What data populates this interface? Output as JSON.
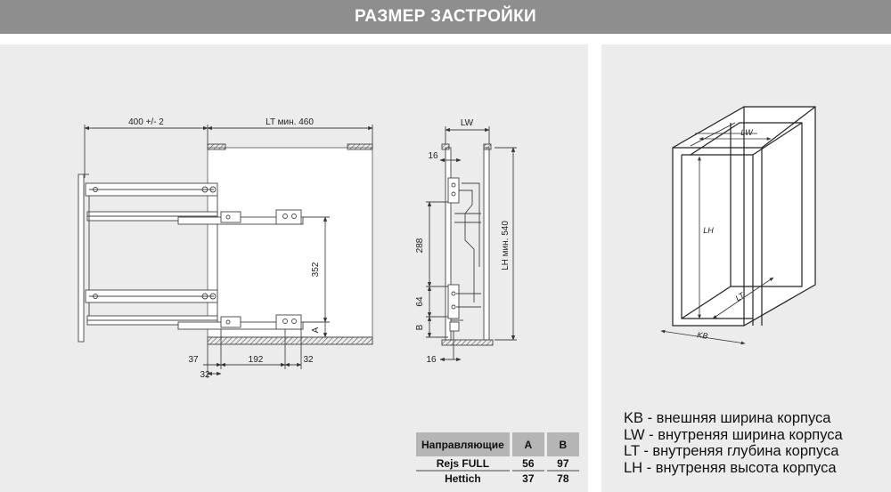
{
  "header": {
    "title": "РАЗМЕР ЗАСТРОЙКИ"
  },
  "side_view": {
    "dim_top_left": "400 +/- 2",
    "dim_top_right": "LT мин. 460",
    "dim_352": "352",
    "dim_A": "A",
    "dim_37": "37",
    "dim_192": "192",
    "dim_32a": "32",
    "dim_32b": "32"
  },
  "front_view": {
    "dim_LW": "LW",
    "dim_16_top": "16",
    "dim_288": "288",
    "dim_64": "64",
    "dim_B": "B",
    "dim_LH": "LH мин. 540",
    "dim_16_bottom": "16"
  },
  "cabinet": {
    "label_LW": "LW",
    "label_LH": "LH",
    "label_LT": "LT",
    "label_KB": "KB"
  },
  "guides_table": {
    "headers": [
      "Направляющие",
      "A",
      "B"
    ],
    "rows": [
      {
        "name": "Rejs FULL",
        "a": "56",
        "b": "97"
      },
      {
        "name": "Hettich",
        "a": "37",
        "b": "78"
      }
    ]
  },
  "legend": [
    "KB - внешняя ширина корпуса",
    "LW - внутреняя ширина корпуса",
    "LT - внутреняя глубина корпуса",
    "LH - внутреняя высота корпуса"
  ]
}
